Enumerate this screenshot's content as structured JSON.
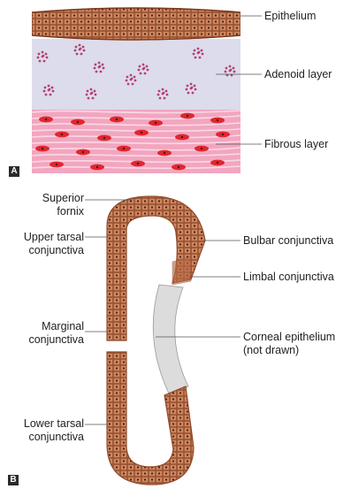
{
  "panel_a": {
    "letter": "A",
    "labels": {
      "epithelium": "Epithelium",
      "adenoid": "Adenoid layer",
      "fibrous": "Fibrous layer"
    }
  },
  "panel_b": {
    "letter": "B",
    "labels": {
      "superior_fornix": "Superior\nfornix",
      "upper_tarsal": "Upper tarsal\nconjunctiva",
      "marginal": "Marginal\nconjunctiva",
      "lower_tarsal": "Lower tarsal\nconjunctiva",
      "bulbar": "Bulbar conjunctiva",
      "limbal": "Limbal conjunctiva",
      "corneal": "Corneal epithelium\n(not drawn)"
    }
  },
  "colors": {
    "epithelium": "#c97a55",
    "epithelium_dark": "#8f4a2b",
    "adenoid_bg": "#d9d9ea",
    "lymphocyte": "#b0406a",
    "fibrous_bg": "#f2a8c0",
    "fibrous_fiber": "#fbd7e3",
    "fibroblast": "#e2262e",
    "cornea": "#dcdcdc",
    "leader": "#555555"
  }
}
